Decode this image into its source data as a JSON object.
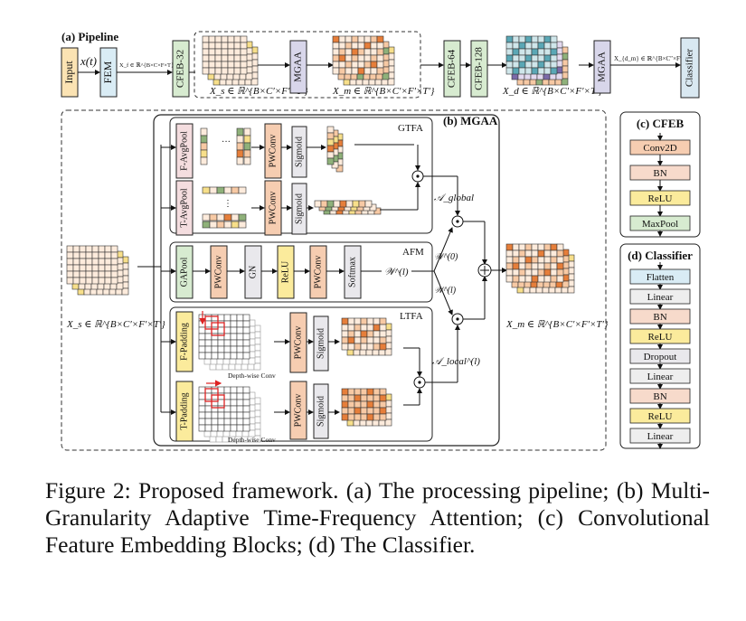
{
  "pipeline": {
    "title": "(a) Pipeline",
    "input": "Input",
    "signal": "x(t)",
    "fem": "FEM",
    "xf": "X_f ∈ ℝ^{B×C×F×T}",
    "cfeb32": "CFEB-32",
    "xs": "X_s ∈ ℝ^{B×C′×F′×T′}",
    "mgaa1": "MGAA",
    "xm": "X_m ∈ ℝ^{B×C′×F′×T′}",
    "cfeb64": "CFEB-64",
    "cfeb128": "CFEB-128",
    "xd": "X_d ∈ ℝ^{B×C′×F′×T′}",
    "mgaa2": "MGAA",
    "xdm": "X_{d_m} ∈ ℝ^{B×C″×F″×T″}",
    "classifier": "Classifier"
  },
  "mgaa": {
    "title": "(b) MGAA",
    "gtfa": "GTFA",
    "afm": "AFM",
    "ltfa": "LTFA",
    "favgpool": "F-AvgPool",
    "tavgpool": "T-AvgPool",
    "pwconv": "PWConv",
    "sigmoid": "Sigmoid",
    "gapool": "GAPool",
    "gn": "GN",
    "relu": "ReLU",
    "softmax": "Softmax",
    "fpadding": "F-Padding",
    "tpadding": "T-Padding",
    "dwconv": "Depth-wise Conv",
    "a_global": "𝒜_global",
    "a_local": "𝒜_local^(l)",
    "w_l": "𝒲^(l)",
    "w_0": "𝒲^(0)",
    "w_1": "𝒲^(l)",
    "in_label": "X_s ∈ ℝ^{B×C′×F′×T′}",
    "out_label": "X_m ∈ ℝ^{B×C′×F′×T′}"
  },
  "cfeb": {
    "title": "(c) CFEB",
    "blocks": [
      "Conv2D",
      "BN",
      "ReLU",
      "MaxPool"
    ]
  },
  "classifier": {
    "title": "(d) Classifier",
    "blocks": [
      "Flatten",
      "Linear",
      "BN",
      "ReLU",
      "Dropout",
      "Linear",
      "BN",
      "ReLU",
      "Linear"
    ]
  },
  "colors": {
    "input": "#fbe3b3",
    "fem": "#d9ecf5",
    "cfeb": "#d7ebd0",
    "mgaa": "#d8d6ea",
    "classifier": "#d9e8f1",
    "pwconv": "#f6cdb1",
    "sigmoid": "#e9e8ec",
    "pool": "#f4dddf",
    "relu": "#fbeb9c",
    "bn": "#f7dacb",
    "linear": "#eeeeee",
    "flatten": "#d9ecf5",
    "gapool": "#d7ebd0",
    "cell_orange": "#e67e3a",
    "cell_peach": "#f7c9a4",
    "cell_light": "#fdebdc",
    "cell_green": "#8fb17a",
    "cell_teal": "#5aa7b5",
    "cell_purple": "#7b6aa8",
    "cell_yellow": "#f7df8a"
  },
  "caption": "Figure 2: Proposed framework. (a) The processing pipeline; (b) Multi-Granularity Adaptive Time-Frequency Attention; (c) Convolutional Feature Embedding Blocks; (d) The Classifier."
}
